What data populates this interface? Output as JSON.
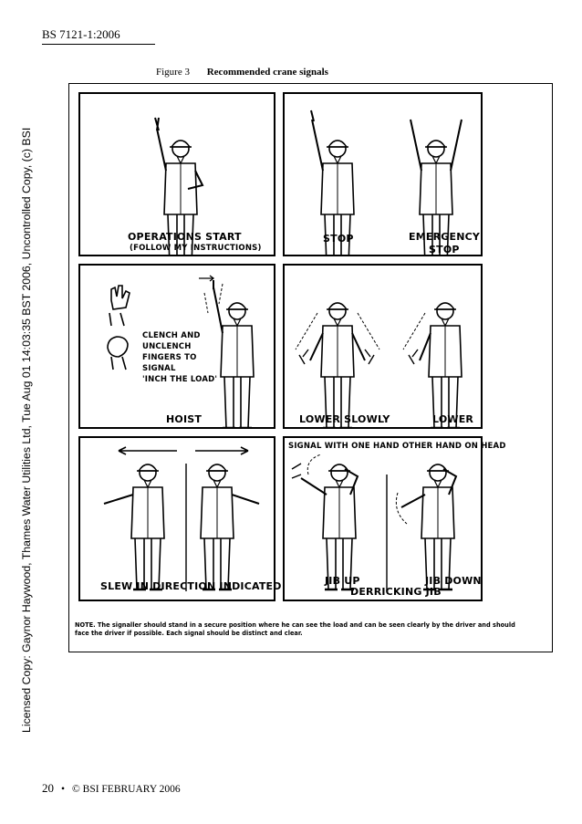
{
  "header": {
    "standard": "BS 7121-1:2006"
  },
  "license_text": "Licensed Copy: Gaynor Haywood, Thames Water Utilities Ltd, Tue Aug 01 14:03:35 BST 2006, Uncontrolled Copy, (c) BSI",
  "figure": {
    "number": "Figure 3",
    "title": "Recommended crane signals"
  },
  "signals": {
    "operations_start": "OPERATIONS START",
    "operations_start_sub": "(FOLLOW MY INSTRUCTIONS)",
    "stop": "STOP",
    "emergency_stop_1": "EMERGENCY",
    "emergency_stop_2": "STOP",
    "hoist_note_1": "CLENCH AND",
    "hoist_note_2": "UNCLENCH",
    "hoist_note_3": "FINGERS TO",
    "hoist_note_4": "SIGNAL",
    "hoist_note_5": "'INCH THE LOAD'",
    "hoist": "HOIST",
    "lower_slowly": "LOWER SLOWLY",
    "lower": "LOWER",
    "slew": "SLEW IN DIRECTION INDICATED",
    "one_hand_note": "SIGNAL WITH ONE HAND OTHER HAND ON HEAD",
    "jib_up": "JIB UP",
    "jib_down": "JIB DOWN",
    "derricking_jib": "DERRICKING JIB"
  },
  "note": "NOTE. The signaller should stand in a secure position where he can see the load and can be seen clearly by the driver and should face the driver if possible. Each signal should be distinct and clear.",
  "footer": {
    "page": "20",
    "separator": "•",
    "copyright": "© BSI FEBRUARY 2006"
  }
}
